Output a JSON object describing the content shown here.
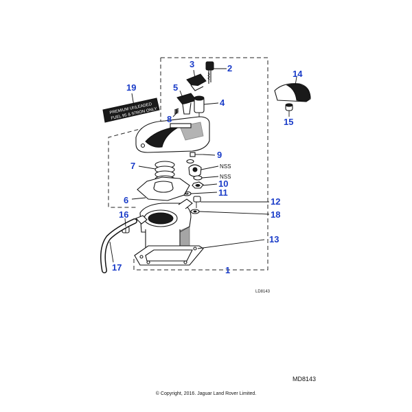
{
  "callouts": [
    {
      "id": "1",
      "label": "1"
    },
    {
      "id": "2",
      "label": "2"
    },
    {
      "id": "3",
      "label": "3"
    },
    {
      "id": "4",
      "label": "4"
    },
    {
      "id": "5",
      "label": "5"
    },
    {
      "id": "6",
      "label": "6"
    },
    {
      "id": "7",
      "label": "7"
    },
    {
      "id": "8",
      "label": "8"
    },
    {
      "id": "9",
      "label": "9"
    },
    {
      "id": "10",
      "label": "10"
    },
    {
      "id": "11",
      "label": "11"
    },
    {
      "id": "12",
      "label": "12"
    },
    {
      "id": "13",
      "label": "13"
    },
    {
      "id": "14",
      "label": "14"
    },
    {
      "id": "15",
      "label": "15"
    },
    {
      "id": "16",
      "label": "16"
    },
    {
      "id": "17",
      "label": "17"
    },
    {
      "id": "18",
      "label": "18"
    },
    {
      "id": "19",
      "label": "19"
    }
  ],
  "nss_label_1": "NSS",
  "nss_label_2": "NSS",
  "label_plate_text_line1": "PREMIUM UNLEADED",
  "label_plate_text_line2": "FUEL 95 & 97RON ONLY",
  "diagram_ref_small": "LD8143",
  "diagram_ref_main": "MD8143",
  "copyright": "© Copyright, 2016. Jaguar Land Rover Limited.",
  "colors": {
    "callout": "#1a3cc8",
    "line": "#111111",
    "background": "#ffffff"
  }
}
